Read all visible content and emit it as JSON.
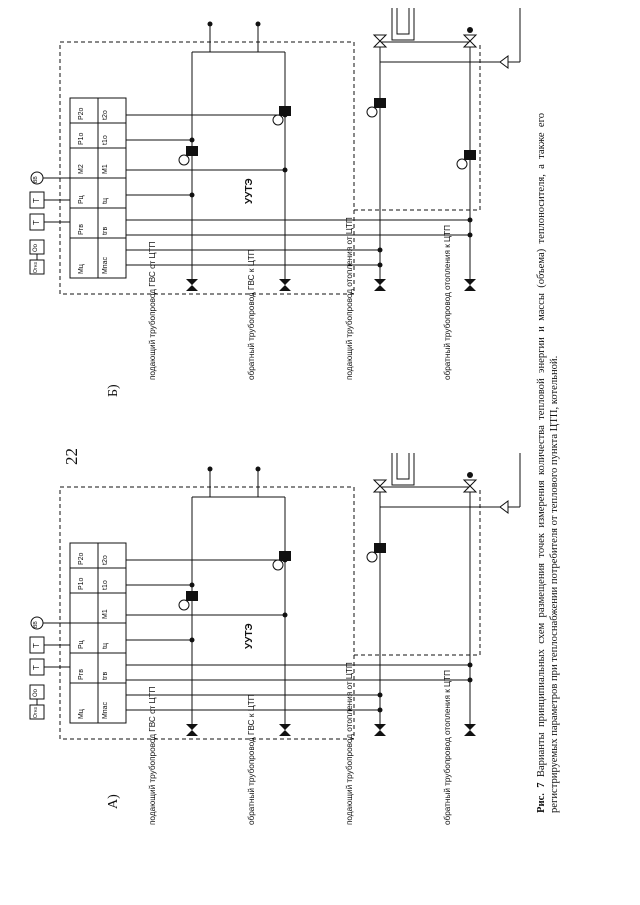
{
  "page_number": "22",
  "panels": [
    {
      "letter": "А)",
      "system_label": "УУТЭ",
      "meter_cells": [
        "Мпас",
        "tгв",
        "tц",
        "M1",
        "t1о",
        "t2о",
        "Мц",
        "Ргв",
        "Рц",
        "Р1о",
        "Р2о"
      ],
      "meter_top_cells": [
        "Огнз",
        "Оо",
        "T",
        "T",
        "ВВ"
      ],
      "pipe_labels": [
        "подающий трубопровод ГВС от ЦТП",
        "обратный трубопровод ГВС к ЦТП",
        "подающий трубопровод отопления от ЦТП",
        "обратный трубопровод отопления к ЦТП"
      ]
    },
    {
      "letter": "Б)",
      "system_label": "УУТЭ",
      "meter_cells": [
        "Мпас",
        "tгв",
        "tц",
        "M1",
        "t1о",
        "t2о",
        "Мц",
        "Ргв",
        "Рц",
        "M2",
        "Р1о",
        "Р2о"
      ],
      "meter_top_cells": [
        "Огнз",
        "Оо",
        "T",
        "T",
        "ВВ"
      ],
      "pipe_labels": [
        "подающий трубопровод ГВС от ЦТП",
        "обратный трубопровод ГВС к ЦТП",
        "подающий трубопровод отопления от ЦТП",
        "обратный трубопровод отопления к ЦТП"
      ]
    }
  ],
  "caption": {
    "label": "Рис. 7",
    "text": " Варианты принципиальных схем размещения точек измерения количества тепловой энергии и массы (объема) теплоносителя, а также его регистрируемых параметров при теплоснабжении потребителя от теплового пункта ЦТП, котельной."
  }
}
